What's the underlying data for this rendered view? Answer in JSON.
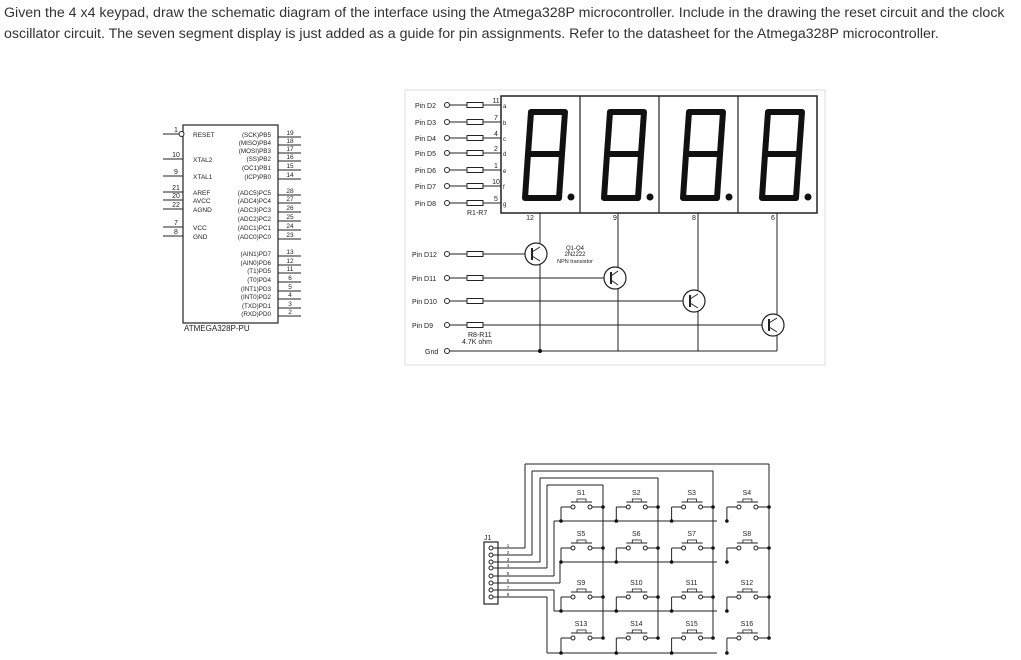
{
  "question": {
    "text": "Given the 4 x4 keypad, draw the schematic diagram of the interface using the Atmega328P microcontroller.  Include in the drawing the reset circuit and the clock oscillator circuit.  The seven segment display is just added as a guide for pin assignments.  Refer to the datasheet for the Atmega328P microcontroller."
  },
  "chip": {
    "part": "ATMEGA328P-PU",
    "left_pins": [
      {
        "num": "1",
        "label": "RESET"
      },
      {
        "num": "10",
        "label": "XTAL2"
      },
      {
        "num": "9",
        "label": "XTAL1"
      },
      {
        "num": "21",
        "label": "AREF"
      },
      {
        "num": "20",
        "label": "AVCC"
      },
      {
        "num": "22",
        "label": "AGND"
      },
      {
        "num": "7",
        "label": "VCC"
      },
      {
        "num": "8",
        "label": "GND"
      }
    ],
    "right_pins": [
      {
        "num": "19",
        "label": "(SCK)PB5"
      },
      {
        "num": "18",
        "label": "(MISO)PB4"
      },
      {
        "num": "17",
        "label": "(MOSI)PB3"
      },
      {
        "num": "16",
        "label": "(SS)PB2"
      },
      {
        "num": "15",
        "label": "(OC1)PB1"
      },
      {
        "num": "14",
        "label": "(ICP)PB0"
      },
      {
        "num": "28",
        "label": "(ADC5)PC5"
      },
      {
        "num": "27",
        "label": "(ADC4)PC4"
      },
      {
        "num": "26",
        "label": "(ADC3)PC3"
      },
      {
        "num": "25",
        "label": "(ADC2)PC2"
      },
      {
        "num": "24",
        "label": "(ADC1)PC1"
      },
      {
        "num": "23",
        "label": "(ADC0)PC0"
      },
      {
        "num": "13",
        "label": "(AIN1)PD7"
      },
      {
        "num": "12",
        "label": "(AIN0)PD6"
      },
      {
        "num": "11",
        "label": "(T1)PD5"
      },
      {
        "num": "6",
        "label": "(T0)PD4"
      },
      {
        "num": "5",
        "label": "(INT1)PD3"
      },
      {
        "num": "4",
        "label": "(INT0)PD2"
      },
      {
        "num": "3",
        "label": "(TXD)PD1"
      },
      {
        "num": "2",
        "label": "(RXD)PD0"
      }
    ]
  },
  "display": {
    "segments": [
      {
        "pin": "Pin D2",
        "num": "11",
        "seg": "a"
      },
      {
        "pin": "Pin D3",
        "num": "7",
        "seg": "b"
      },
      {
        "pin": "Pin D4",
        "num": "4",
        "seg": "c"
      },
      {
        "pin": "Pin D5",
        "num": "2",
        "seg": "d"
      },
      {
        "pin": "Pin D6",
        "num": "1",
        "seg": "e"
      },
      {
        "pin": "Pin D7",
        "num": "10",
        "seg": "f"
      },
      {
        "pin": "Pin D8",
        "num": "5",
        "seg": "g"
      }
    ],
    "seg_resistors": "R1-R7",
    "digits": [
      "12",
      "9",
      "8",
      "6"
    ],
    "digit_drivers": [
      "Pin D12",
      "Pin D11",
      "Pin D10",
      "Pin D9"
    ],
    "transistor_label": [
      "Q1-Q4",
      "2N2222",
      "NPN transistor"
    ],
    "base_resistors": [
      "R8-R11",
      "4.7K ohm"
    ],
    "gnd": "Gnd"
  },
  "keypad": {
    "connector": "J1",
    "connector_pins": [
      "1",
      "2",
      "3",
      "4",
      "5",
      "6",
      "7",
      "8"
    ],
    "switches": [
      "S1",
      "S2",
      "S3",
      "S4",
      "S5",
      "S6",
      "S7",
      "S8",
      "S9",
      "S10",
      "S11",
      "S12",
      "S13",
      "S14",
      "S15",
      "S16"
    ]
  }
}
